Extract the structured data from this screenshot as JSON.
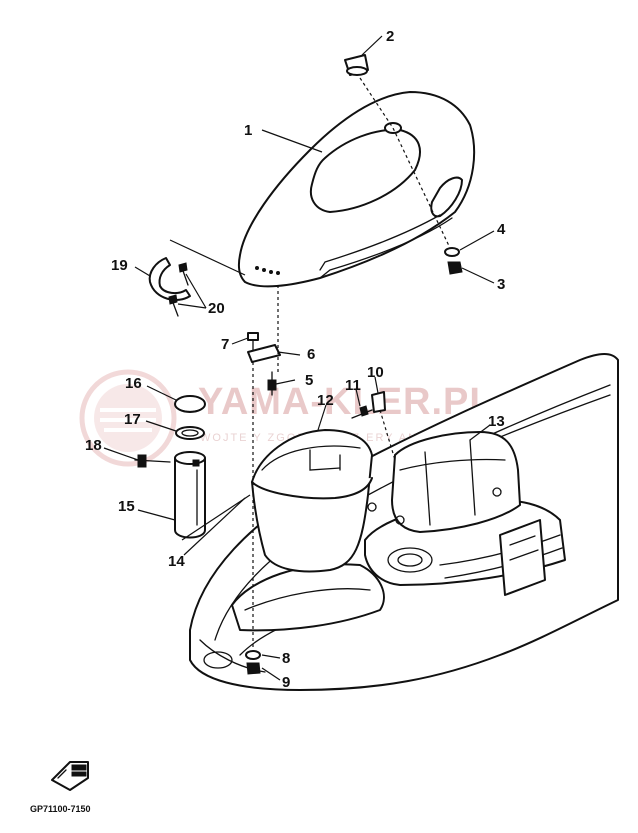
{
  "watermark": {
    "brand": "YAMA-KLER.PL",
    "tagline": "WOJTE  Y  ZGODNOŚ  I  Z  ERY  ANA YAMAHA"
  },
  "callouts": [
    {
      "id": "c1",
      "label": "1"
    },
    {
      "id": "c2",
      "label": "2"
    },
    {
      "id": "c3",
      "label": "3"
    },
    {
      "id": "c4",
      "label": "4"
    },
    {
      "id": "c5",
      "label": "5"
    },
    {
      "id": "c6",
      "label": "6"
    },
    {
      "id": "c7",
      "label": "7"
    },
    {
      "id": "c8",
      "label": "8"
    },
    {
      "id": "c9",
      "label": "9"
    },
    {
      "id": "c10",
      "label": "10"
    },
    {
      "id": "c11",
      "label": "11"
    },
    {
      "id": "c12",
      "label": "12"
    },
    {
      "id": "c13",
      "label": "13"
    },
    {
      "id": "c14",
      "label": "14"
    },
    {
      "id": "c15",
      "label": "15"
    },
    {
      "id": "c16",
      "label": "16"
    },
    {
      "id": "c17",
      "label": "17"
    },
    {
      "id": "c18",
      "label": "18"
    },
    {
      "id": "c19",
      "label": "19"
    },
    {
      "id": "c20",
      "label": "20"
    }
  ],
  "diagram_code": "GP71100-7150",
  "icons": {
    "front_arrow": "front-direction-arrow-icon",
    "watermark_logo": "yamakler-logo-icon"
  },
  "colors": {
    "line": "#111111",
    "watermark": "#e9c9c9"
  }
}
